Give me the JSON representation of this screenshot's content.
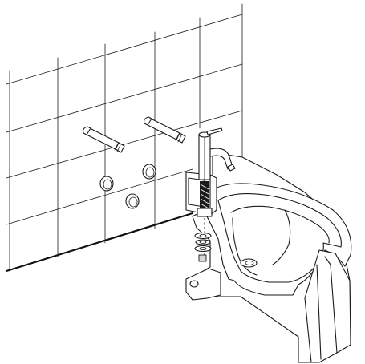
{
  "figure": {
    "kind": "installation-diagram",
    "colors": {
      "line": "#1a1a1a",
      "background": "#ffffff",
      "shade": "#d9d9d9"
    },
    "parts": [
      {
        "id": "wall-tiles",
        "icon": "tile-grid"
      },
      {
        "id": "floor-line",
        "icon": "floor-edge"
      },
      {
        "id": "mounting-bolt",
        "count": 2,
        "icon": "threaded-stud"
      },
      {
        "id": "wall-pipe-hole",
        "count": 3,
        "icon": "circle-hole"
      },
      {
        "id": "faucet",
        "icon": "single-lever-tap"
      },
      {
        "id": "washer-stack",
        "icon": "washers"
      },
      {
        "id": "bidet-bowl",
        "icon": "ceramic-bowl"
      }
    ]
  }
}
